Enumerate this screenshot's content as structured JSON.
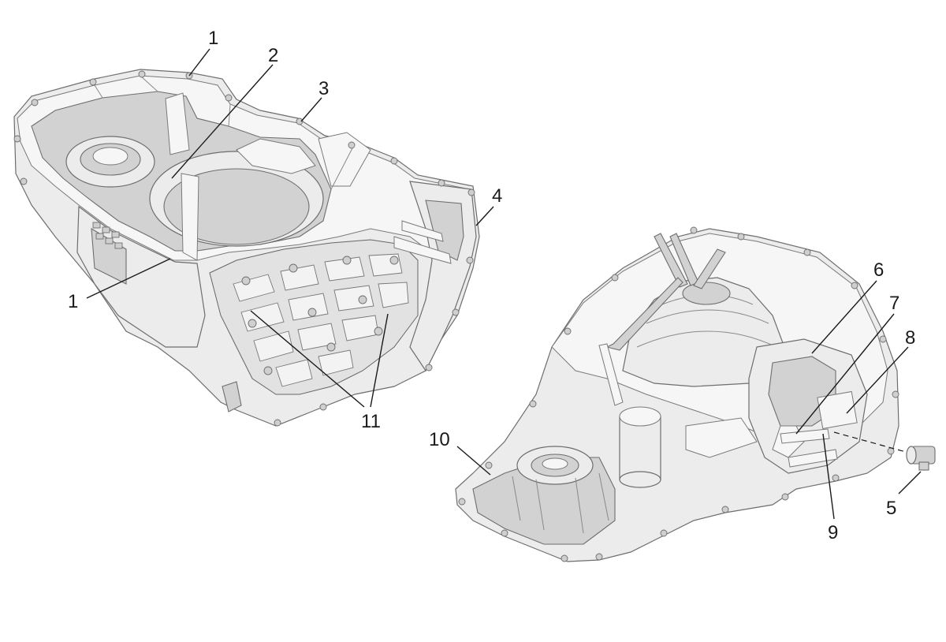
{
  "callouts": [
    {
      "label": "1"
    },
    {
      "label": "2"
    },
    {
      "label": "3"
    },
    {
      "label": "4"
    },
    {
      "label": "1"
    },
    {
      "label": "11"
    },
    {
      "label": "6"
    },
    {
      "label": "7"
    },
    {
      "label": "8"
    },
    {
      "label": "10"
    },
    {
      "label": "9"
    },
    {
      "label": "5"
    }
  ]
}
